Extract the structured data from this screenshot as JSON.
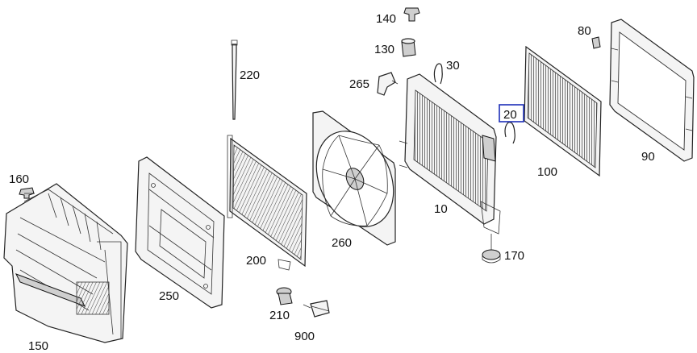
{
  "labels": {
    "p140": "140",
    "p130": "130",
    "p30": "30",
    "p80": "80",
    "p220": "220",
    "p265": "265",
    "p20": "20",
    "p100": "100",
    "p90": "90",
    "p160": "160",
    "p10": "10",
    "p260": "260",
    "p200": "200",
    "p250": "250",
    "p170": "170",
    "p210": "210",
    "p900": "900",
    "p150": "150"
  },
  "colors": {
    "highlight": "#1d2fb8"
  }
}
